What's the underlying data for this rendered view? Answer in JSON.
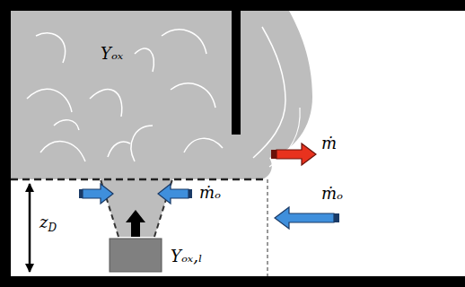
{
  "diagram": {
    "labels": [
      "Yₒₓ",
      "ṁₒ",
      "Yₒₓ,ₗ",
      "ṁ",
      "ṁₒ",
      "zD"
    ]
  }
}
